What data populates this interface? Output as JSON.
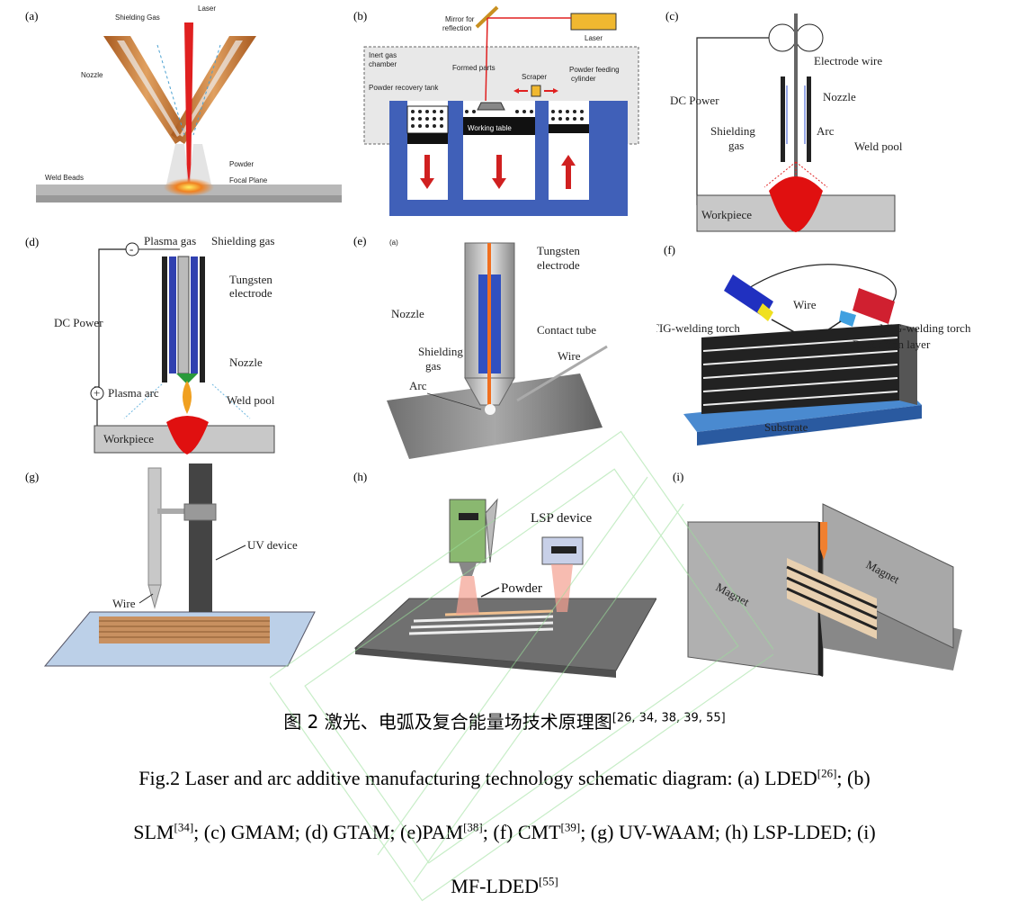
{
  "panels": {
    "a": {
      "tag": "(a)",
      "shielding_gas": "Shielding Gas",
      "laser": "Laser",
      "nozzle": "Nozzle",
      "powder": "Powder",
      "focal_plane": "Focal Plane",
      "weld_beads": "Weld Beads"
    },
    "b": {
      "tag": "(b)",
      "mirror": "Mirror for",
      "reflection": "reflection",
      "laser": "Laser",
      "inert1": "Inert gas",
      "inert2": "chamber",
      "formed": "Formed parts",
      "scraper": "Scraper",
      "recovery": "Powder recovery tank",
      "feeding1": "Powder feeding",
      "feeding2": "cylinder",
      "table": "Working table"
    },
    "c": {
      "tag": "(c)",
      "electrode": "Electrode wire",
      "dc": "DC Power",
      "nozzle": "Nozzle",
      "shield1": "Shielding",
      "shield2": "gas",
      "arc": "Arc",
      "weld_pool": "Weld pool",
      "workpiece": "Workpiece"
    },
    "d": {
      "tag": "(d)",
      "plasma_gas": "Plasma gas",
      "shielding": "Shielding gas",
      "tungsten1": "Tungsten",
      "tungsten2": "electrode",
      "dc": "DC Power",
      "nozzle": "Nozzle",
      "plasma_arc": "Plasma arc",
      "weld_pool": "Weld pool",
      "workpiece": "Workpiece",
      "minus": "-",
      "plus": "+"
    },
    "e": {
      "tag": "(e)",
      "sub": "(a)",
      "tungsten1": "Tungsten",
      "tungsten2": "electrode",
      "nozzle": "Nozzle",
      "contact": "Contact tube",
      "shield1": "Shielding",
      "shield2": "gas",
      "wire": "Wire",
      "arc": "Arc"
    },
    "f": {
      "tag": "(f)",
      "wire": "Wire",
      "tig": "TIG-welding torch",
      "mig": "MIG-welding torch",
      "deposition": "Deposition layer",
      "substrate": "Substrate"
    },
    "g": {
      "tag": "(g)",
      "uv": "UV device",
      "wire": "Wire"
    },
    "h": {
      "tag": "(h)",
      "lsp": "LSP device",
      "powder": "Powder"
    },
    "i": {
      "tag": "(i)",
      "magnet_left": "Magnet",
      "magnet_right": "Magnet"
    }
  },
  "caption": {
    "cn_text": "图 2 激光、电弧及复合能量场技术原理图",
    "cn_ref": "[26, 34, 38, 39, 55]",
    "en1_a": "Fig.2 Laser and arc additive manufacturing technology schematic diagram: (a) LDED",
    "en1_r1": "[26]",
    "en1_b": "; (b)",
    "en2_a": "SLM",
    "en2_r1": "[34]",
    "en2_b": "; (c) GMAM; (d) GTAM; (e)PAM",
    "en2_r2": "[38]",
    "en2_c": "; (f) CMT",
    "en2_r3": "[39]",
    "en2_d": "; (g) UV-WAAM; (h) LSP-LDED; (i)",
    "en3_a": "MF-LDED",
    "en3_r1": "[55]"
  },
  "colors": {
    "copper": "#c8803a",
    "laser_red": "#e02020",
    "blue": "#2b4bb0",
    "orange": "#f08030",
    "gray": "#c8c8c8"
  }
}
